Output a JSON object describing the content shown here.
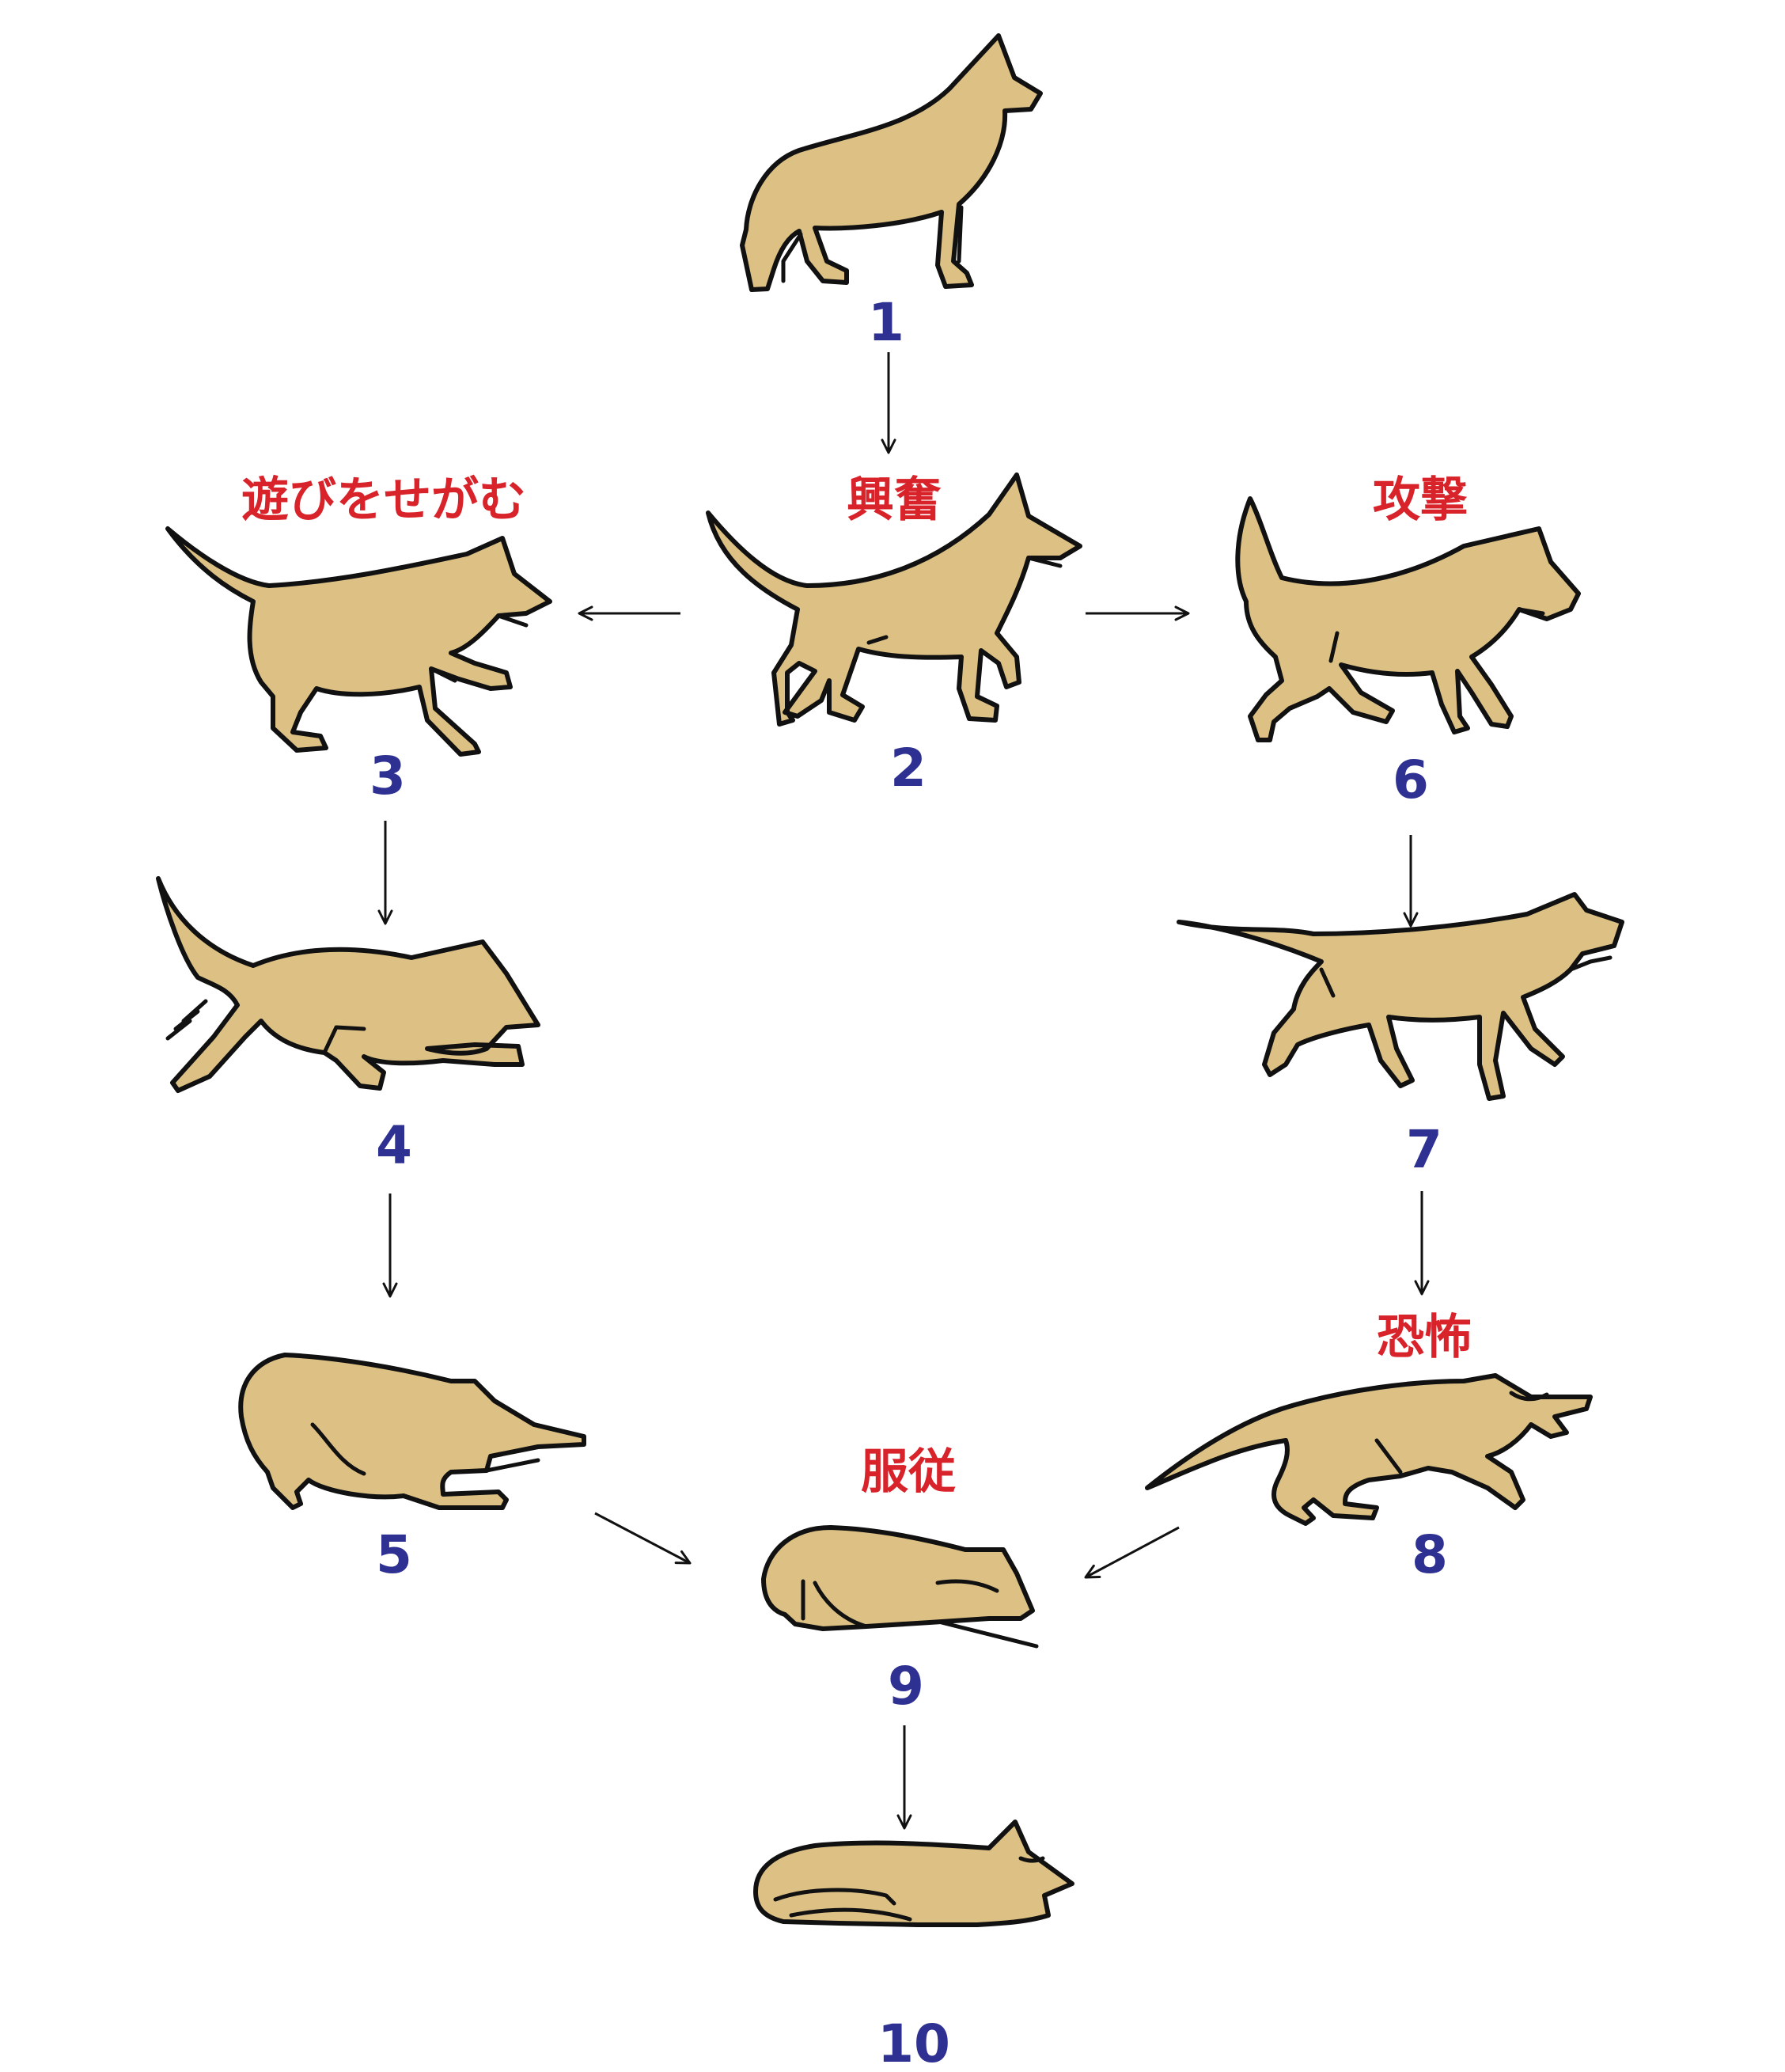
{
  "colors": {
    "dog_fill": "#dcc084",
    "dog_light": "#f3e6c8",
    "outline": "#111111",
    "number": "#2e3192",
    "state_label": "#d8232a",
    "arrow": "#111111"
  },
  "stages": [
    {
      "id": "1",
      "label": "1",
      "state": ""
    },
    {
      "id": "2",
      "label": "2",
      "state": "興奮"
    },
    {
      "id": "3",
      "label": "3",
      "state": "遊びをせがむ"
    },
    {
      "id": "4",
      "label": "4",
      "state": ""
    },
    {
      "id": "5",
      "label": "5",
      "state": ""
    },
    {
      "id": "6",
      "label": "6",
      "state": "攻撃"
    },
    {
      "id": "7",
      "label": "7",
      "state": ""
    },
    {
      "id": "8",
      "label": "8",
      "state": "恐怖"
    },
    {
      "id": "9",
      "label": "9",
      "state": "服従"
    },
    {
      "id": "10",
      "label": "10",
      "state": ""
    }
  ],
  "transitions": [
    {
      "from": "1",
      "to": "2"
    },
    {
      "from": "2",
      "to": "3"
    },
    {
      "from": "2",
      "to": "6"
    },
    {
      "from": "3",
      "to": "4"
    },
    {
      "from": "4",
      "to": "5"
    },
    {
      "from": "5",
      "to": "9"
    },
    {
      "from": "6",
      "to": "7"
    },
    {
      "from": "7",
      "to": "8"
    },
    {
      "from": "8",
      "to": "9"
    },
    {
      "from": "9",
      "to": "10"
    }
  ]
}
